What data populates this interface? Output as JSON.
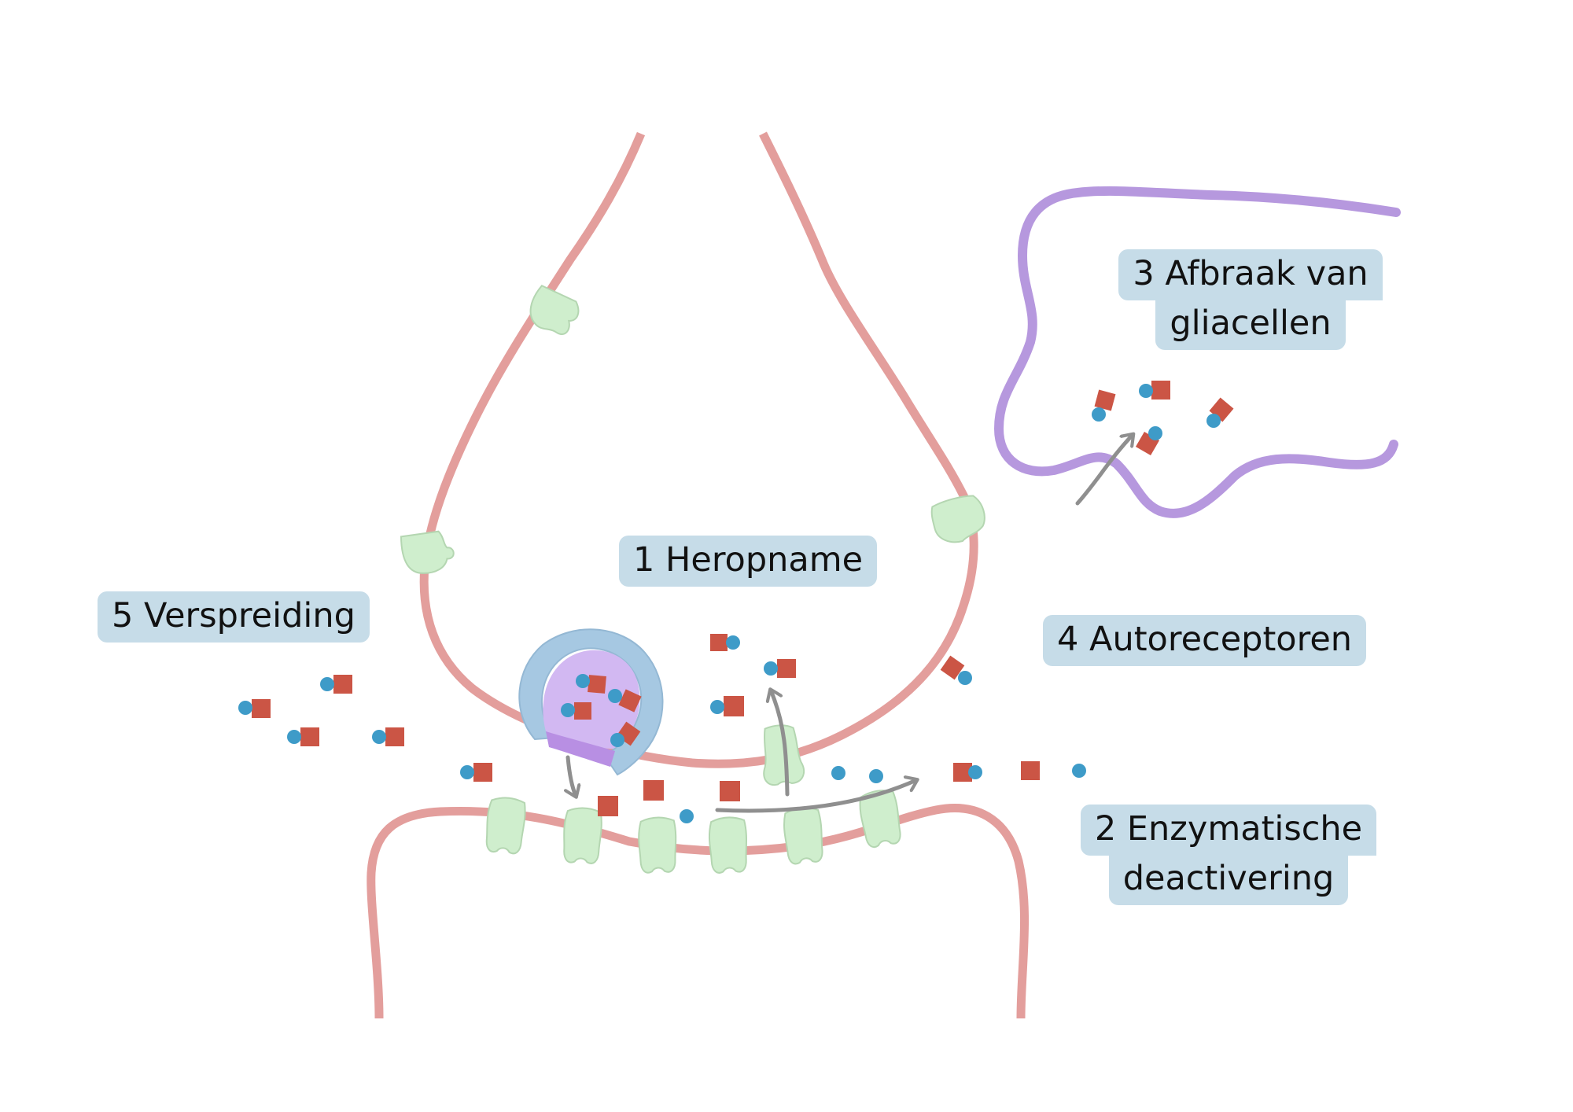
{
  "labels": {
    "reuptake": "1 Heropname",
    "enzymatic_line1": "2 Enzymatische",
    "enzymatic_line2": "deactivering",
    "glia_line1": "3 Afbraak van",
    "glia_line2": "gliacellen",
    "autoreceptors": "4 Autoreceptoren",
    "diffusion": "5 Verspreiding"
  },
  "colors": {
    "membrane": "#e39e9c",
    "glial_membrane": "#b698de",
    "receptor": "#cfeecd",
    "receptor_edge": "#b4d6b1",
    "vesicle_outer": "#a6c8e2",
    "vesicle_inner": "#d2b8f2",
    "vesicle_inner_dark": "#b88fe3",
    "transmitter_square": "#cb5545",
    "transmitter_dot": "#3e9bc8",
    "arrow": "#8f8f8f",
    "label_bg": "#c6dce8",
    "label_text": "#111111"
  },
  "icons": {
    "molecule": "square-with-dot",
    "receptor": "tooth-shaped-receptor",
    "vesicle": "open-vesicle",
    "arrow": "curved-arrow"
  }
}
